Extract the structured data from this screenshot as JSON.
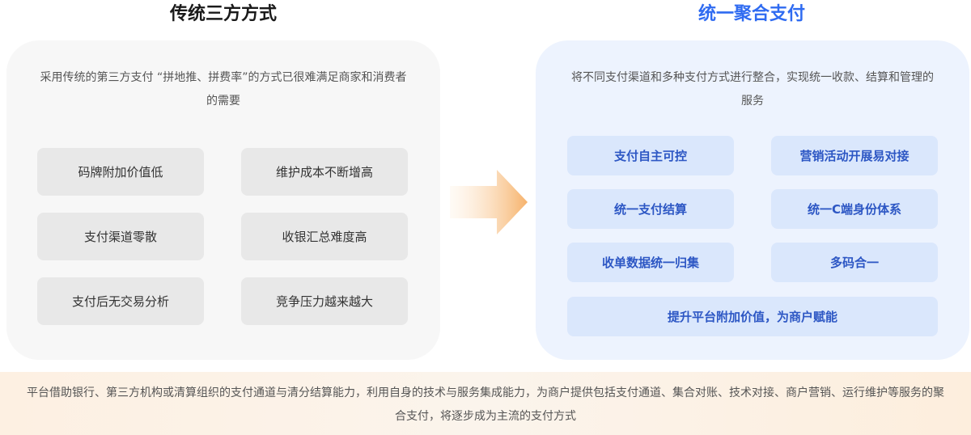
{
  "left": {
    "title": "传统三方方式",
    "description": "采用传统的第三方支付 “拼地推、拼费率”的方式已很难满足商家和消费者的需要",
    "items": [
      "码牌附加价值低",
      "维护成本不断增高",
      "支付渠道零散",
      "收银汇总难度高",
      "支付后无交易分析",
      "竞争压力越来越大"
    ]
  },
  "right": {
    "title": "统一聚合支付",
    "description": "将不同支付渠道和多种支付方式进行整合，实现统一收款、结算和管理的服务",
    "items": [
      "支付自主可控",
      "营销活动开展易对接",
      "统一支付结算",
      "统一C端身份体系",
      "收单数据统一归集",
      "多码合一",
      "提升平台附加价值，为商户赋能"
    ]
  },
  "footer": {
    "text": "平台借助银行、第三方机构或清算组织的支付通道与清分结算能力，利用自身的技术与服务集成能力，为商户提供包括支付通道、集合对账、技术对接、商户营销、运行维护等服务的聚合支付，将逐步成为主流的支付方式"
  },
  "colors": {
    "accent": "#2f6bf1",
    "arrow": "#f6b26b"
  }
}
